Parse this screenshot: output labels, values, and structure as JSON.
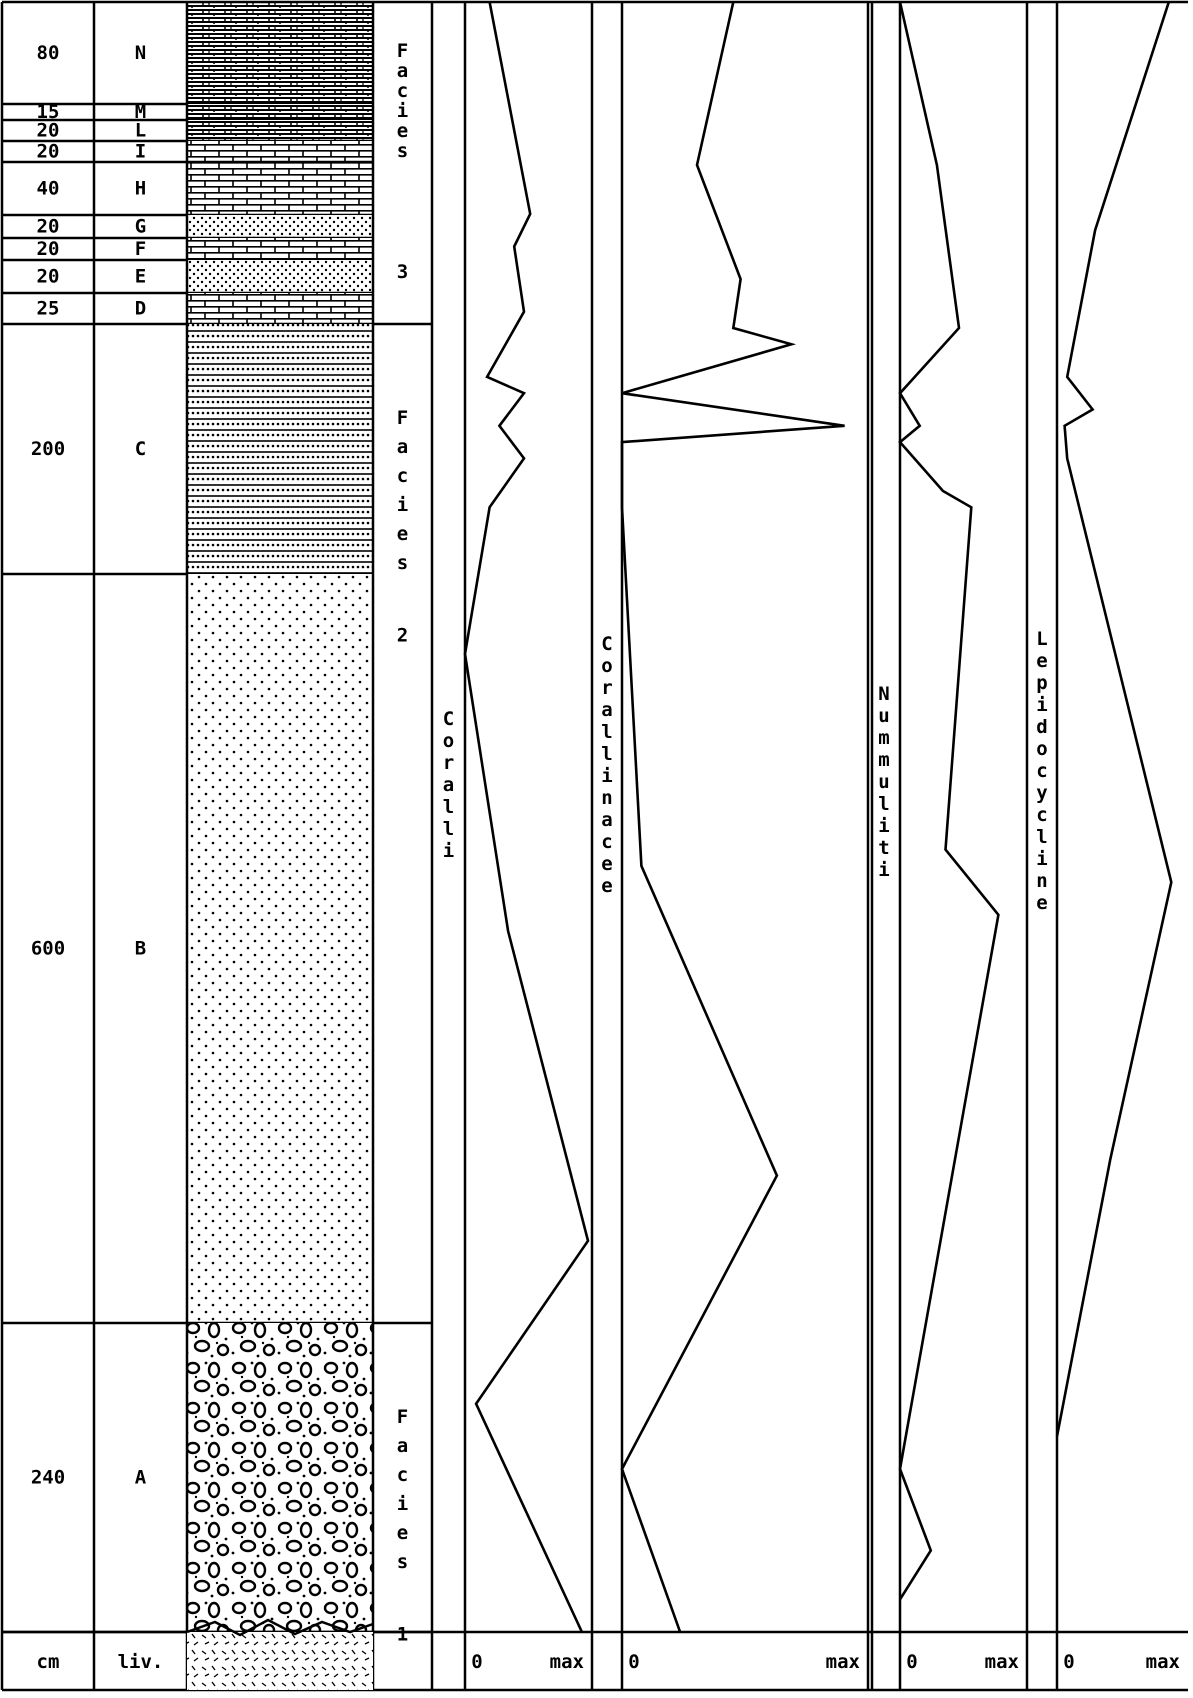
{
  "units": {
    "thickness": "cm",
    "level": "liv."
  },
  "levels": [
    {
      "thickness": "80",
      "level": "N",
      "lith": "shale"
    },
    {
      "thickness": "15",
      "level": "M",
      "lith": "shale"
    },
    {
      "thickness": "20",
      "level": "L",
      "lith": "shale"
    },
    {
      "thickness": "20",
      "level": "I",
      "lith": "limestone"
    },
    {
      "thickness": "40",
      "level": "H",
      "lith": "limestone"
    },
    {
      "thickness": "20",
      "level": "G",
      "lith": "sandstone"
    },
    {
      "thickness": "20",
      "level": "F",
      "lith": "limestone"
    },
    {
      "thickness": "20",
      "level": "E",
      "lith": "sandstone"
    },
    {
      "thickness": "25",
      "level": "D",
      "lith": "limestone"
    },
    {
      "thickness": "200",
      "level": "C",
      "lith": "lined-sand"
    },
    {
      "thickness": "600",
      "level": "B",
      "lith": "sand"
    },
    {
      "thickness": "240",
      "level": "A",
      "lith": "conglomerate"
    }
  ],
  "facies": [
    {
      "label": "Facies",
      "number": "3"
    },
    {
      "label": "Facies",
      "number": "2"
    },
    {
      "label": "Facies",
      "number": "1"
    }
  ],
  "taxa": [
    {
      "name": "Coralli",
      "scale_min": "0",
      "scale_max": "max",
      "profile": [
        [
          0.2,
          0
        ],
        [
          0.53,
          0.13
        ],
        [
          0.4,
          0.15
        ],
        [
          0.48,
          0.19
        ],
        [
          0.18,
          0.23
        ],
        [
          0.48,
          0.24
        ],
        [
          0.28,
          0.26
        ],
        [
          0.48,
          0.28
        ],
        [
          0.2,
          0.31
        ],
        [
          0.0,
          0.4
        ],
        [
          0.35,
          0.57
        ],
        [
          1.0,
          0.76
        ],
        [
          0.09,
          0.86
        ],
        [
          0.95,
          1.0
        ]
      ]
    },
    {
      "name": "Corallinacee",
      "scale_min": "0",
      "scale_max": "max",
      "profile": [
        [
          0.46,
          0
        ],
        [
          0.31,
          0.1
        ],
        [
          0.49,
          0.17
        ],
        [
          0.46,
          0.2
        ],
        [
          0.7,
          0.21
        ],
        [
          0.0,
          0.24
        ],
        [
          0.92,
          0.26
        ],
        [
          0.0,
          0.27
        ],
        [
          0.0,
          0.31
        ],
        [
          0.08,
          0.53
        ],
        [
          0.64,
          0.72
        ],
        [
          0.0,
          0.9
        ],
        [
          0.24,
          1.0
        ]
      ]
    },
    {
      "name": "Nummuliti",
      "scale_min": "0",
      "scale_max": "max",
      "profile": [
        [
          0.0,
          0
        ],
        [
          0.3,
          0.1
        ],
        [
          0.48,
          0.2
        ],
        [
          0.0,
          0.24
        ],
        [
          0.16,
          0.26
        ],
        [
          0.0,
          0.27
        ],
        [
          0.35,
          0.3
        ],
        [
          0.58,
          0.31
        ],
        [
          0.37,
          0.52
        ],
        [
          0.8,
          0.56
        ],
        [
          0.0,
          0.9
        ],
        [
          0.25,
          0.95
        ],
        [
          0.0,
          0.98
        ]
      ]
    },
    {
      "name": "Lepidocycline",
      "scale_min": "0",
      "scale_max": "max",
      "profile": [
        [
          0.88,
          0
        ],
        [
          0.3,
          0.14
        ],
        [
          0.08,
          0.23
        ],
        [
          0.28,
          0.25
        ],
        [
          0.06,
          0.26
        ],
        [
          0.08,
          0.28
        ],
        [
          0.9,
          0.54
        ],
        [
          0.42,
          0.71
        ],
        [
          0.0,
          0.88
        ]
      ]
    }
  ]
}
